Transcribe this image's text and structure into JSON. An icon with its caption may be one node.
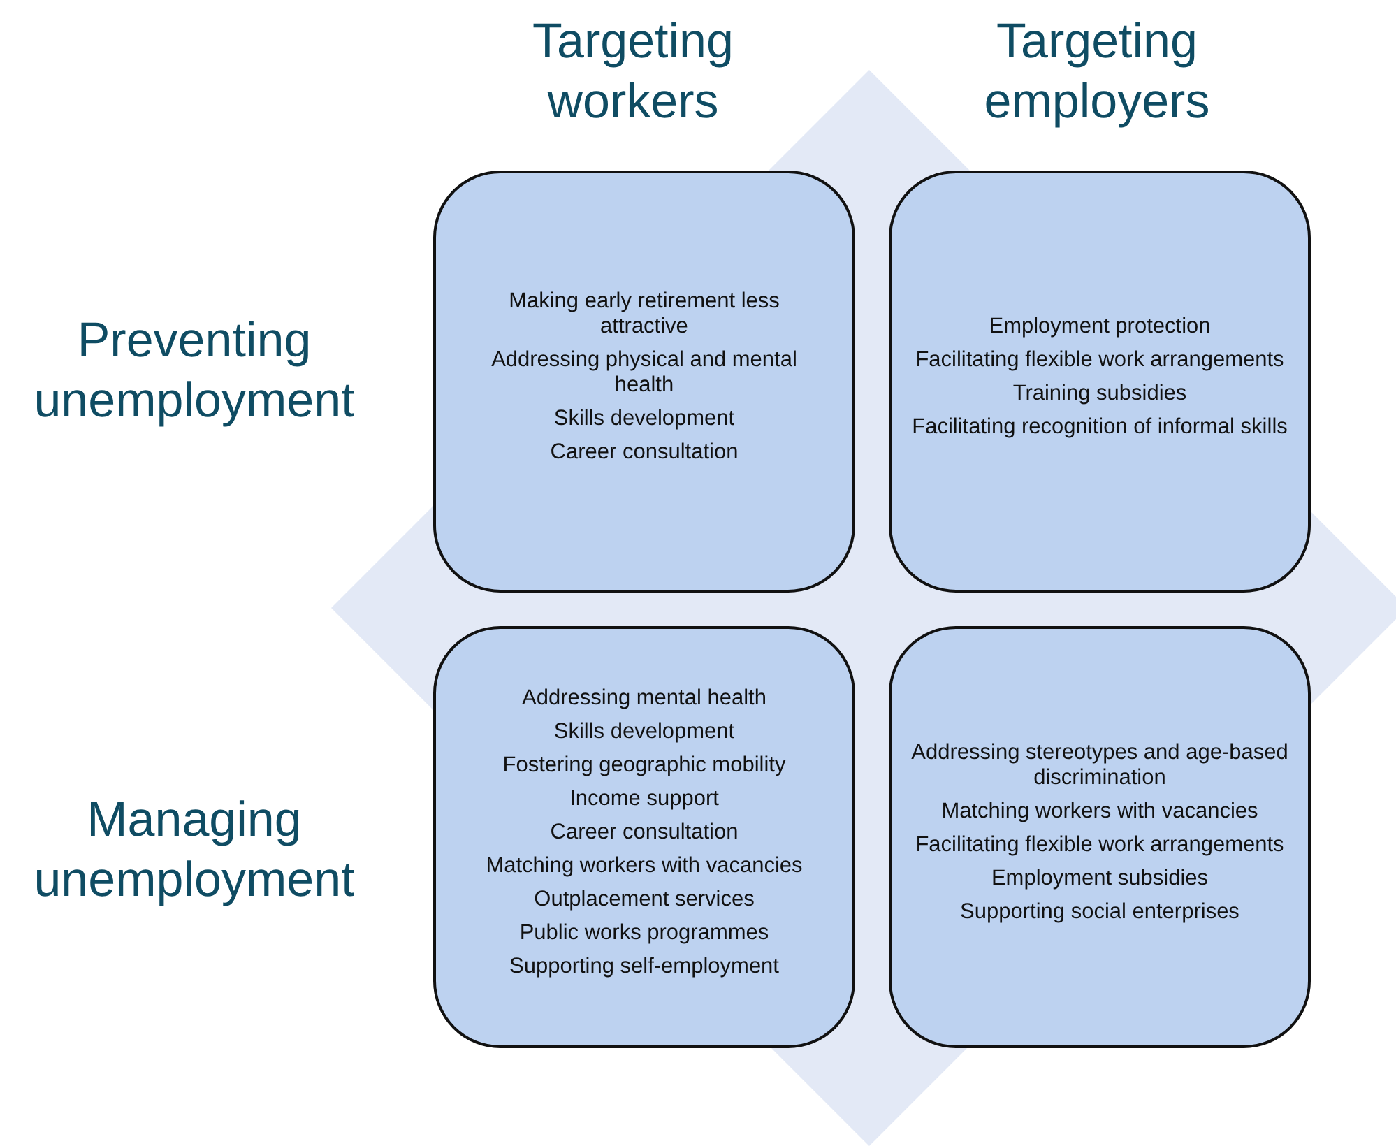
{
  "diagram": {
    "nodes": [
      {
        "text": [
          "Making early retirement less attractive",
          "Addressing physical and mental health",
          "Skills development",
          "Career consultation"
        ]
      },
      {
        "text": [
          "Employment protection",
          "Facilitating flexible work arrangements",
          "Training subsidies",
          "Facilitating recognition of informal skills"
        ]
      },
      {
        "text": [
          "Addressing mental health",
          "Skills development",
          "Fostering geographic mobility",
          "Income support",
          "Career consultation",
          "Matching workers with vacancies",
          "Outplacement services",
          "Public works programmes",
          "Supporting self-employment"
        ]
      },
      {
        "text": [
          "Addressing stereotypes and age-based discrimination",
          "Matching workers with vacancies",
          "Facilitating flexible work arrangements",
          "Employment subsidies",
          "Supporting social enterprises"
        ]
      }
    ],
    "edges": [],
    "labels": [
      "Targeting workers",
      "Targeting employers",
      "Preventing unemployment",
      "Managing unemployment"
    ]
  }
}
